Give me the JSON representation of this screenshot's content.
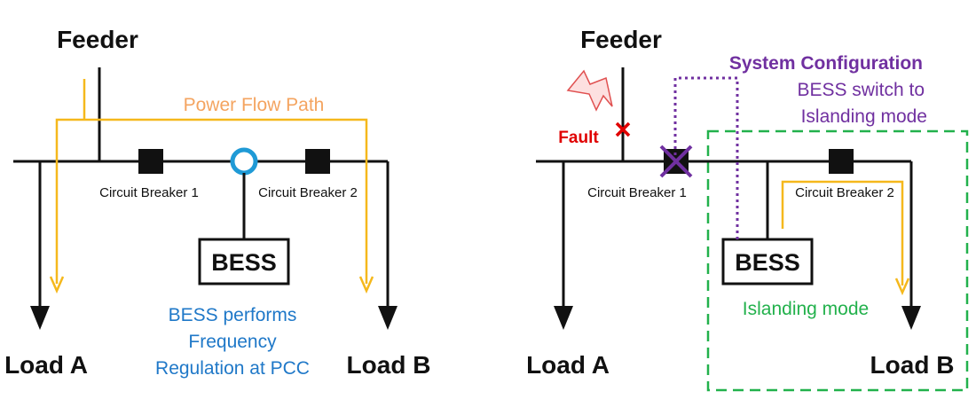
{
  "left": {
    "feeder": "Feeder",
    "power_flow_path": "Power Flow Path",
    "cb1": "Circuit Breaker 1",
    "cb2": "Circuit Breaker 2",
    "bess": "BESS",
    "bess_note": [
      "BESS performs",
      "Frequency",
      "Regulation at PCC"
    ],
    "load_a": "Load A",
    "load_b": "Load B"
  },
  "right": {
    "feeder": "Feeder",
    "fault": "Fault",
    "system_configuration": "System Configuration",
    "switch_note": [
      "BESS switch to",
      "Islanding mode"
    ],
    "cb1": "Circuit Breaker 1",
    "cb2": "Circuit Breaker 2",
    "bess": "BESS",
    "islanding_mode": "Islanding mode",
    "load_a": "Load A",
    "load_b": "Load B"
  },
  "colors": {
    "line": "#111111",
    "power_flow": "#f5b81c",
    "power_flow_label": "#f4a460",
    "bess_note": "#1f78c8",
    "pcc_marker": "#1f9ad6",
    "fault": "#e00000",
    "system_config": "#7030a0",
    "islanding": "#22b14c"
  }
}
